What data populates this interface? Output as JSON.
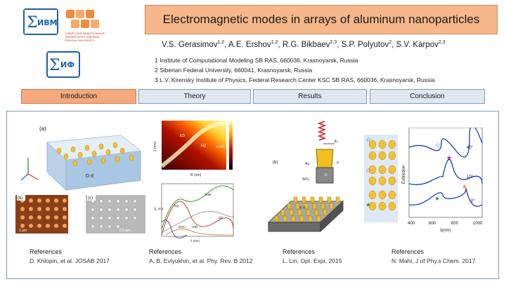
{
  "header": {
    "title": "Electromagnetic modes in arrays of aluminum nanoparticles",
    "authors": [
      {
        "name": "V.S. Gerasimov",
        "sup": "1,2"
      },
      {
        "name": "A.E. Ershov",
        "sup": "1,2"
      },
      {
        "name": "R.G. Bikbaev",
        "sup": "2,3"
      },
      {
        "name": "S.P. Polyutov",
        "sup": "2"
      },
      {
        "name": "S.V. Karpov",
        "sup": "2,3"
      }
    ],
    "affiliations": [
      "1 Institute of Computational Modeling SB RAS, 660036,  Krasnoyarsk,  Russia",
      "2 Siberian Federal University, 660041, Krasnoyarsk, Russia",
      "3 L.V. Kirensky Institute of Physics, Federal Research Center KSC SB RAS, 660036, Krasnoyarsk, Russia"
    ]
  },
  "logos": {
    "ivm": "ИВМ",
    "if": "ИФ",
    "sfu_caption": "СИБИРСКИЙ ФЕДЕРАЛЬНЫЙ УНИВЕРСИТЕТ SIBERIAN FEDERAL UNIVERSITY"
  },
  "tabs": [
    {
      "label": "Introduction",
      "active": true
    },
    {
      "label": "Theory",
      "active": false
    },
    {
      "label": "Results",
      "active": false
    },
    {
      "label": "Conclusion",
      "active": false
    }
  ],
  "figures": {
    "fig1": {
      "label_a": "(a)",
      "label_b": "(b)",
      "label_c": "(c)",
      "scale_b": "1 μm",
      "scale_c": "0.5 μm",
      "axis_d": "D  d"
    },
    "fig2": {
      "heat_labels": [
        "ED",
        "EQ",
        "EOC"
      ],
      "heat_xlabel": "R (nm)",
      "heat_ylabel": "λ (nm)",
      "line_labels": [
        "Total",
        "EQ",
        "ED",
        "EOC",
        "MD"
      ],
      "line_xlabel": "λ (nm)",
      "line_ylabel": "Q_sca"
    },
    "fig3": {
      "label_b": "(b)",
      "au": "Au",
      "sio2": "SiO₂",
      "e0": "E₀",
      "d": "D",
      "h": "a",
      "lattice": "a₁ a₂"
    },
    "fig4": {
      "ylabel": "Extinction",
      "xlabel": "λ(nm)",
      "xticks": [
        "400",
        "600",
        "800",
        "1000"
      ],
      "curve_labels": [
        "40°",
        "10°",
        "0°"
      ]
    }
  },
  "references": [
    {
      "head": "References",
      "body": "D.  Khlopin, et al. JOSAB 2017"
    },
    {
      "head": "References",
      "body": "A. B. Evlyukhin, et al. Phy. Rev. B  2012"
    },
    {
      "head": "References",
      "body": "L.  Lin, Opt.  Expr. 2015"
    },
    {
      "head": "References",
      "body": "N. Mahi, J of  Phy.s Chem. 2017"
    }
  ],
  "colors": {
    "accent": "#f6b78a",
    "tab_inactive": "#dfe7f1",
    "border": "#7f99b8",
    "logo_blue": "#1d5fa8"
  }
}
